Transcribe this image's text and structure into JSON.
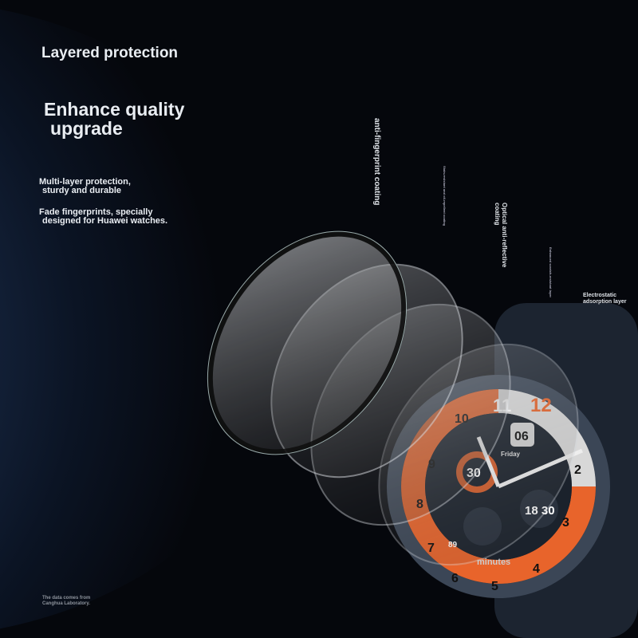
{
  "headline": "Layered protection",
  "subheadline_line1": "Enhance quality",
  "subheadline_line2": "upgrade",
  "feature1_line1": "Multi-layer protection,",
  "feature1_line2": "sturdy and durable",
  "feature2_line1": "Fade fingerprints, specially",
  "feature2_line2": "designed for Huawei watches.",
  "footnote_line1": "The data comes from",
  "footnote_line2": "Canghua Laboratory.",
  "layers": {
    "anti_fingerprint": "anti-fingerprint coating",
    "stain_resistant": "Stain-resistant and oil-repellent coating",
    "optical": "Optical anti-reflective coating",
    "scratch": "Enhanced scratch-resistant layer",
    "electrostatic": "Electrostatic adsorption layer"
  },
  "watch": {
    "hour_12": "12",
    "hour_11": "11",
    "hour_10": "10",
    "hour_9": "9",
    "hour_8": "8",
    "hour_7": "7",
    "hour_6": "6",
    "hour_5": "5",
    "hour_4": "4",
    "hour_3": "3",
    "hour_2": "2",
    "date": "06",
    "weekday": "Friday",
    "left_dial": "30",
    "right_dial": "18 30",
    "heart": "89",
    "minutes": "minutes"
  },
  "colors": {
    "accent": "#e8642b",
    "background": "#05070c"
  }
}
